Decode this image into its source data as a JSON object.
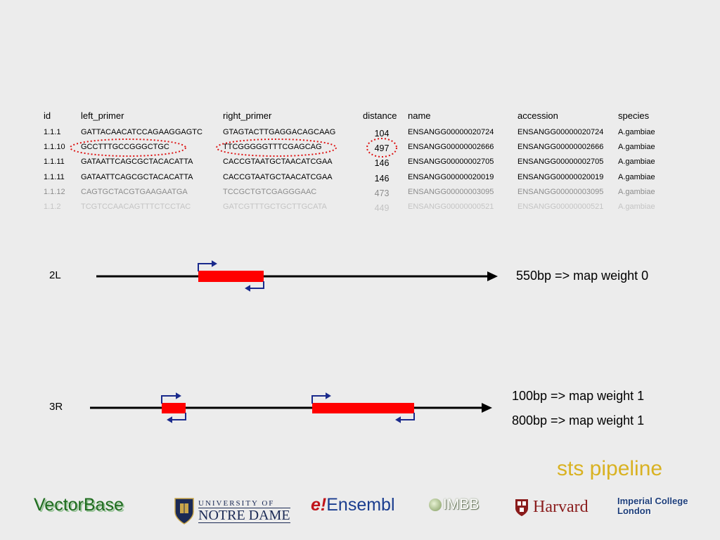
{
  "table": {
    "headers": {
      "id": "id",
      "left_primer": "left_primer",
      "right_primer": "right_primer",
      "distance": "distance",
      "name": "name",
      "accession": "accession",
      "species": "species"
    },
    "rows": [
      {
        "id": "1.1.1",
        "left_primer": "GATTACAACATCCAGAAGGAGTC",
        "right_primer": "GTAGTACTTGAGGACAGCAAG",
        "distance": "104",
        "name": "ENSANGG00000020724",
        "accession": "ENSANGG00000020724",
        "species": "A.gambiae"
      },
      {
        "id": "1.1.10",
        "left_primer": "GCCTTTGCCGGGCTGC",
        "right_primer": "TTCGGGGGTTTCGAGCAG",
        "distance": "497",
        "name": "ENSANGG00000002666",
        "accession": "ENSANGG00000002666",
        "species": "A.gambiae"
      },
      {
        "id": "1.1.11",
        "left_primer": "GATAATTCAGCGCTACACATTA",
        "right_primer": "CACCGTAATGCTAACATCGAA",
        "distance": "146",
        "name": "ENSANGG00000002705",
        "accession": "ENSANGG00000002705",
        "species": "A.gambiae"
      },
      {
        "id": "1.1.11",
        "left_primer": "GATAATTCAGCGCTACACATTA",
        "right_primer": "CACCGTAATGCTAACATCGAA",
        "distance": "146",
        "name": "ENSANGG00000020019",
        "accession": "ENSANGG00000020019",
        "species": "A.gambiae"
      },
      {
        "id": "1.1.12",
        "left_primer": "CAGTGCTACGTGAAGAATGA",
        "right_primer": "TCCGCTGTCGAGGGAAC",
        "distance": "473",
        "name": "ENSANGG00000003095",
        "accession": "ENSANGG00000003095",
        "species": "A.gambiae"
      },
      {
        "id": "1.1.2",
        "left_primer": "TCGTCCAACAGTTTCTCCTAC",
        "right_primer": "GATCGTTTGCTGCTTGCATA",
        "distance": "449",
        "name": "ENSANGG00000000521",
        "accession": "ENSANGG00000000521",
        "species": "A.gambiae"
      }
    ],
    "row_colors": [
      "#000000",
      "#000000",
      "#000000",
      "#000000",
      "#8c8c8c",
      "#c4c4c4"
    ]
  },
  "diagram": {
    "chromosomes": [
      {
        "name": "2L",
        "weights": [
          "550bp => map weight 0"
        ]
      },
      {
        "name": "3R",
        "weights": [
          "100bp => map weight 1",
          "800bp => map weight 1"
        ]
      }
    ],
    "colors": {
      "amplicon": "#ff0000",
      "primer_arrow": "#1a2a8c",
      "line": "#000000",
      "highlight": "#dd1111"
    }
  },
  "title": "sts pipeline",
  "logos": {
    "vectorbase": "VectorBase",
    "notredame_top": "UNIVERSITY OF",
    "notredame_bottom": "NOTRE DAME",
    "ensembl_prefix": "e!",
    "ensembl_name": "Ensembl",
    "imbb": "IMBB",
    "harvard": "Harvard",
    "imperial_1": "Imperial College",
    "imperial_2": "London"
  }
}
